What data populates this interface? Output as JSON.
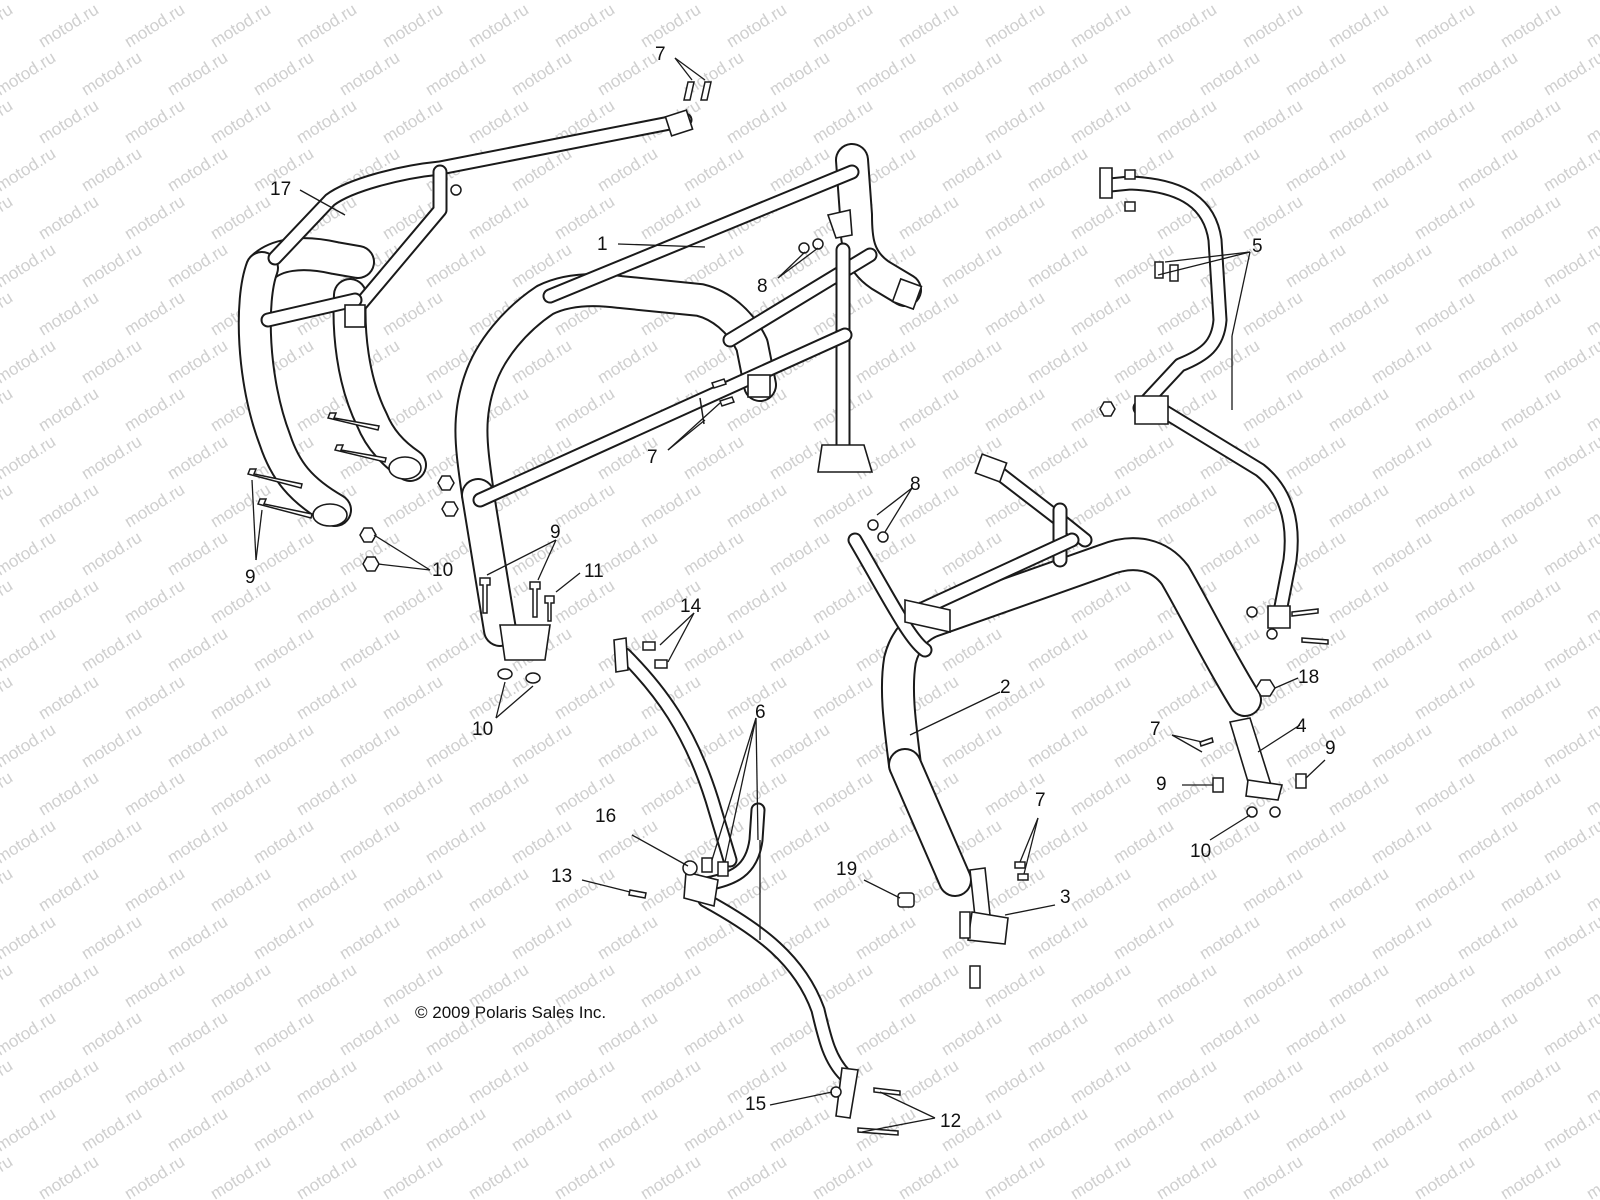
{
  "watermark": {
    "text": "motod.ru",
    "color": "#cfcfcf"
  },
  "copyright": "© 2009 Polaris Sales Inc.",
  "callouts": [
    {
      "id": "c7a",
      "label": "7"
    },
    {
      "id": "c17",
      "label": "17"
    },
    {
      "id": "c1",
      "label": "1"
    },
    {
      "id": "c8a",
      "label": "8"
    },
    {
      "id": "c5",
      "label": "5"
    },
    {
      "id": "c7b",
      "label": "7"
    },
    {
      "id": "c8b",
      "label": "8"
    },
    {
      "id": "c9a",
      "label": "9"
    },
    {
      "id": "c10a",
      "label": "10"
    },
    {
      "id": "c9b",
      "label": "9"
    },
    {
      "id": "c11",
      "label": "11"
    },
    {
      "id": "c14",
      "label": "14"
    },
    {
      "id": "c10b",
      "label": "10"
    },
    {
      "id": "c6",
      "label": "6"
    },
    {
      "id": "c2",
      "label": "2"
    },
    {
      "id": "c18",
      "label": "18"
    },
    {
      "id": "c7c",
      "label": "7"
    },
    {
      "id": "c4",
      "label": "4"
    },
    {
      "id": "c9c",
      "label": "9"
    },
    {
      "id": "c9d",
      "label": "9"
    },
    {
      "id": "c10c",
      "label": "10"
    },
    {
      "id": "c16",
      "label": "16"
    },
    {
      "id": "c7d",
      "label": "7"
    },
    {
      "id": "c13",
      "label": "13"
    },
    {
      "id": "c19",
      "label": "19"
    },
    {
      "id": "c3",
      "label": "3"
    },
    {
      "id": "c15",
      "label": "15"
    },
    {
      "id": "c12",
      "label": "12"
    }
  ]
}
